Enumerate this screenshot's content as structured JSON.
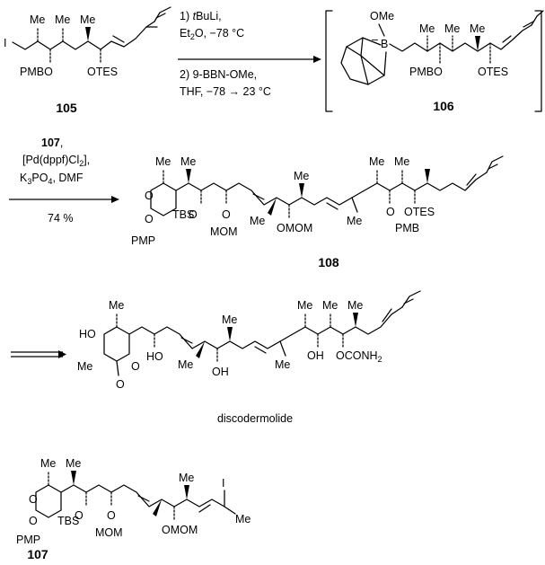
{
  "compounds": {
    "c105": {
      "number": "105",
      "labels": {
        "iodo": "I",
        "me1": "Me",
        "me2": "Me",
        "me3": "Me",
        "pmbo": "PMBO",
        "otes": "OTES"
      }
    },
    "c106": {
      "number": "106",
      "labels": {
        "ome": "OMe",
        "boron": "B",
        "charge": "–",
        "me1": "Me",
        "me2": "Me",
        "me3": "Me",
        "pmbo": "PMBO",
        "otes": "OTES"
      }
    },
    "c108": {
      "number": "108",
      "labels": {
        "me_ring": "Me",
        "me_top2": "Me",
        "me_top3": "Me",
        "me_top4": "Me",
        "me_top5": "Me",
        "me_mid": "Me",
        "me_vinyl": "Me",
        "o_ring1": "O",
        "o_ring2": "O",
        "o_tbs": "O",
        "o_mom": "O",
        "o_pmb": "O",
        "pmp": "PMP",
        "tbs": "TBS",
        "mom": "MOM",
        "omom": "OMOM",
        "pmb": "PMB",
        "otes": "OTES"
      }
    },
    "discodermolide": {
      "name": "discodermolide",
      "labels": {
        "ho": "HO",
        "me_ring": "Me",
        "me_lact": "Me",
        "o_ring": "O",
        "o_carbonyl": "O",
        "ho2": "HO",
        "oh_low": "OH",
        "me_a": "Me",
        "me_b": "Me",
        "me_c": "Me",
        "me_d": "Me",
        "me_e": "Me",
        "me_vinyl": "Me",
        "oh_right": "OH",
        "ocarb": "OCONH",
        "sub2": "2"
      }
    },
    "c107": {
      "number": "107",
      "labels": {
        "me_ring": "Me",
        "me_top2": "Me",
        "me_top3": "Me",
        "iodo": "I",
        "me_vinyl": "Me",
        "o_ring1": "O",
        "o_ring2": "O",
        "o_tbs": "O",
        "o_mom": "O",
        "pmp": "PMP",
        "tbs": "TBS",
        "mom": "MOM",
        "omom": "OMOM"
      }
    }
  },
  "step1": {
    "line1_num": "1) ",
    "line1_italic": "t",
    "line1_rest": "BuLi,",
    "line2_a": "Et",
    "line2_sub": "2",
    "line2_b": "O, −78 °C",
    "line3": "2) 9-BBN-OMe,",
    "line4": "THF, −78 → 23 °C"
  },
  "step2": {
    "reagent_num": "107",
    "reagent_comma": ",",
    "cat_a": "[Pd(dppf)Cl",
    "cat_sub": "2",
    "cat_b": "],",
    "base_a": "K",
    "base_sub": "3",
    "base_b": "PO",
    "base_sub2": "4",
    "base_c": ", DMF",
    "yield": "74 %"
  }
}
